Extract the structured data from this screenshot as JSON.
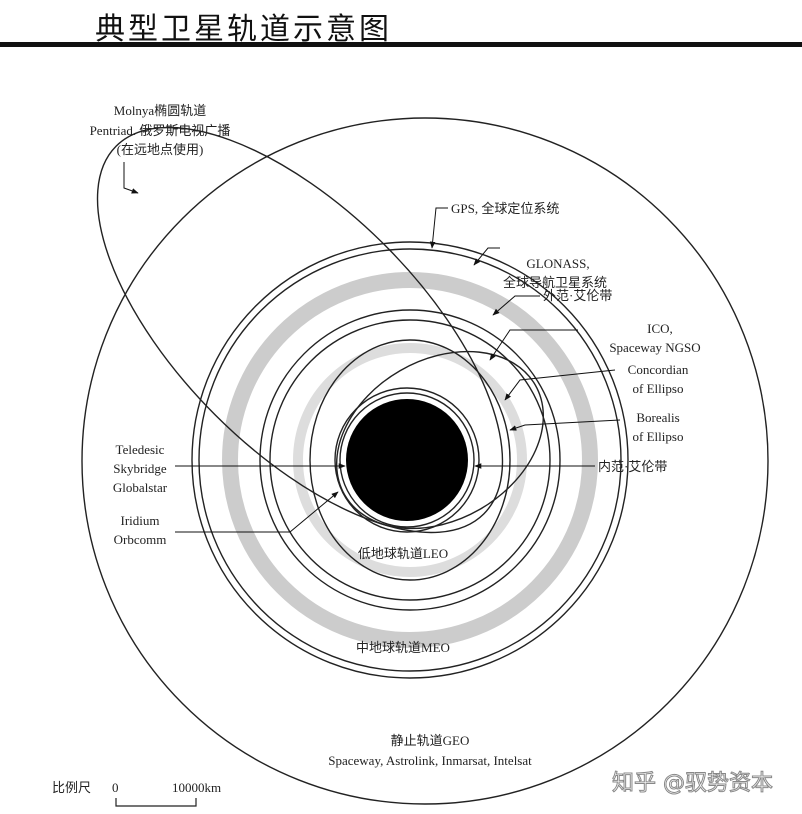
{
  "title": "典型卫星轨道示意图",
  "labels": {
    "molnya": [
      "Molnya椭圆轨道",
      "Pentriad. 俄罗斯电视广播",
      "(在远地点使用)"
    ],
    "gps": "GPS, 全球定位系统",
    "glonass": [
      "GLONASS,",
      "全球导航卫星系统"
    ],
    "outer_belt": "外范·艾伦带",
    "ico": [
      "ICO,",
      "Spaceway NGSO"
    ],
    "concordian": [
      "Concordian",
      "of Ellipso"
    ],
    "borealis": [
      "Borealis",
      "of Ellipso"
    ],
    "inner_belt": "内范·艾伦带",
    "teledesic": [
      "Teledesic",
      "Skybridge",
      "Globalstar"
    ],
    "iridium": [
      "Iridium",
      "Orbcomm"
    ],
    "leo": "低地球轨道LEO",
    "meo": "中地球轨道MEO",
    "geo": "静止轨道GEO",
    "geo_sats": "Spaceway, Astrolink, Inmarsat, Intelsat"
  },
  "scale": {
    "label": "比例尺",
    "zero": "0",
    "max": "10000km"
  },
  "watermark": "知乎 @驭势资本"
}
